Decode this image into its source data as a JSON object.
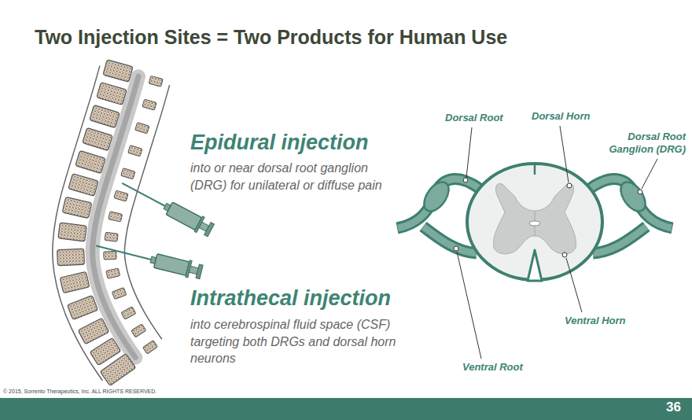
{
  "diagram": {
    "title": "Two Injection Sites = Two Products for Human Use",
    "labels": [
      "Epidural injection",
      "into or near dorsal root ganglion (DRG) for unilateral or diffuse pain",
      "Intrathecal injection",
      "into cerebrospinal fluid space (CSF) targeting both DRGs and dorsal horn neurons",
      "Dorsal Root",
      "Dorsal Horn",
      "Dorsal Root Ganglion (DRG)",
      "Ventral Horn",
      "Ventral Root",
      "© 2015, Sorrento Therapeutics, Inc. ALL RIGHTS RESERVED.",
      "36"
    ]
  }
}
